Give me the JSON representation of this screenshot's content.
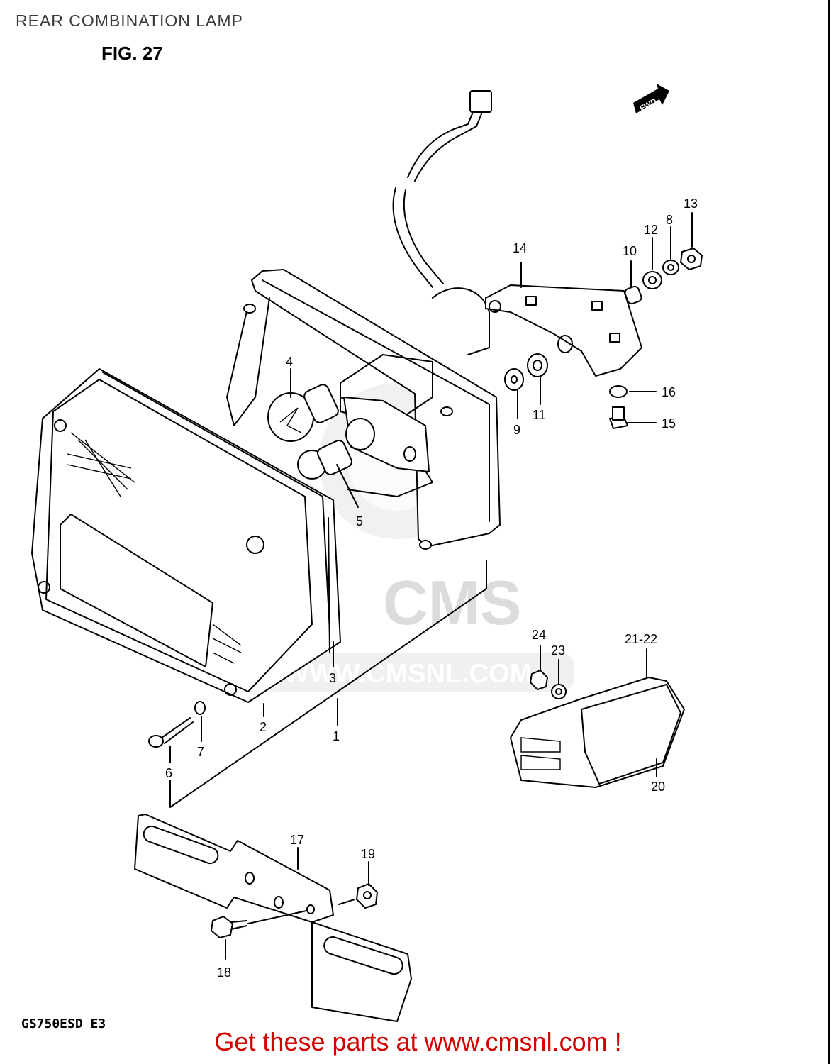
{
  "header": {
    "title": "REAR COMBINATION LAMP",
    "figure": "FIG. 27"
  },
  "footer": {
    "model": "GS750ESD E3",
    "promo": "Get these parts at www.cmsnl.com !"
  },
  "diagram": {
    "direction_marker": "FWD",
    "watermark": {
      "logo_text": "CMS",
      "url_text": "WWW.CMSNL.COM"
    },
    "part_callouts": [
      "1",
      "2",
      "3",
      "4",
      "5",
      "6",
      "7",
      "8",
      "9",
      "10",
      "11",
      "12",
      "13",
      "14",
      "15",
      "16",
      "17",
      "18",
      "19",
      "20",
      "21-22",
      "23",
      "24"
    ]
  },
  "colors": {
    "line": "#000000",
    "promo_text": "#d40000",
    "watermark": "#dcdcdc"
  }
}
